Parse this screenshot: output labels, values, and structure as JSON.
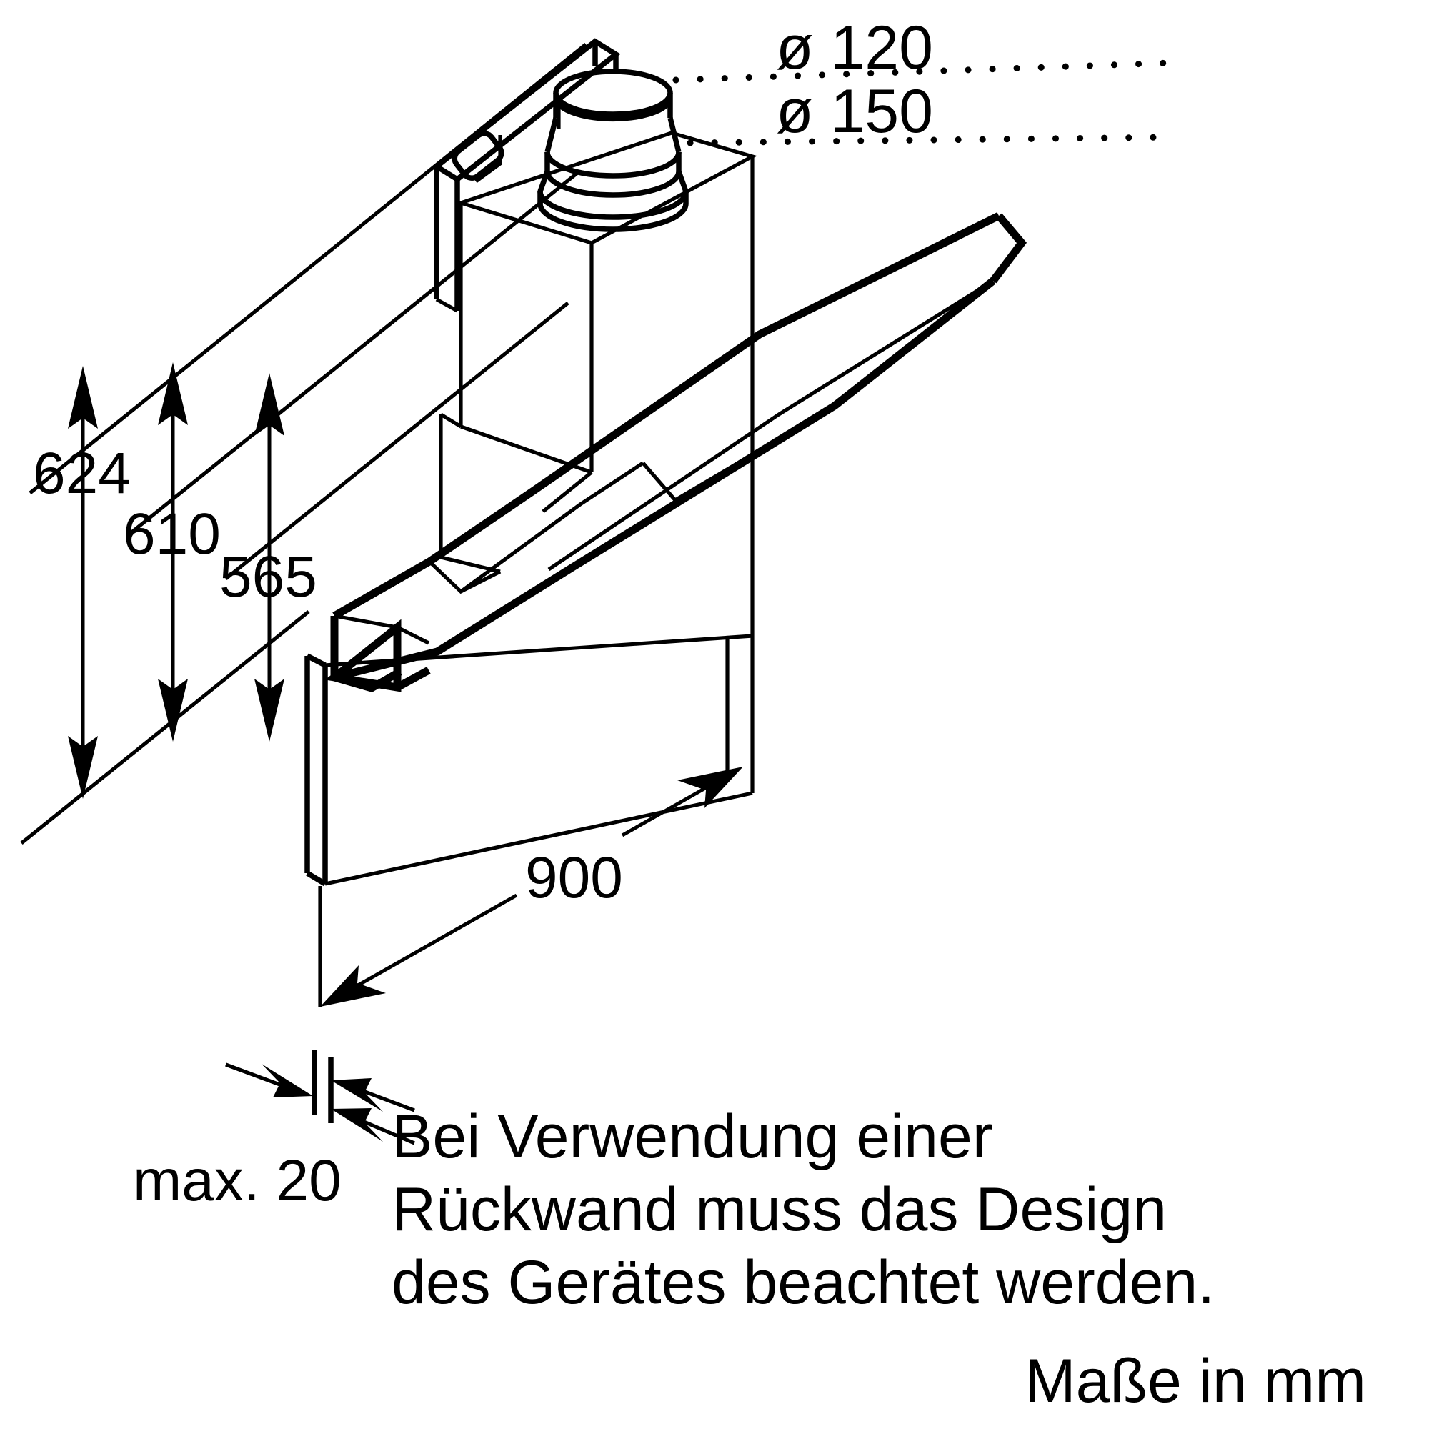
{
  "drawing": {
    "title": "Dunstabzugshaube Einbauzeichnung",
    "type": "isometric-technical-drawing",
    "line_color": "#000000",
    "background_color": "#ffffff"
  },
  "duct_labels": [
    {
      "id": "duct-120",
      "text": "ø 120"
    },
    {
      "id": "duct-150",
      "text": "ø 150"
    }
  ],
  "height_dimensions": [
    {
      "id": "dim-624",
      "text": "624"
    },
    {
      "id": "dim-610",
      "text": "610"
    },
    {
      "id": "dim-565",
      "text": "565"
    }
  ],
  "width_dimension": {
    "id": "dim-900",
    "text": "900"
  },
  "depth_dimension": {
    "id": "dim-max20",
    "text": "max. 20"
  },
  "note": {
    "line1": "Bei Verwendung einer",
    "line2": "Rückwand muss das Design",
    "line3": "des Gerätes beachtet werden."
  },
  "units_note": {
    "text": "Maße in mm"
  }
}
